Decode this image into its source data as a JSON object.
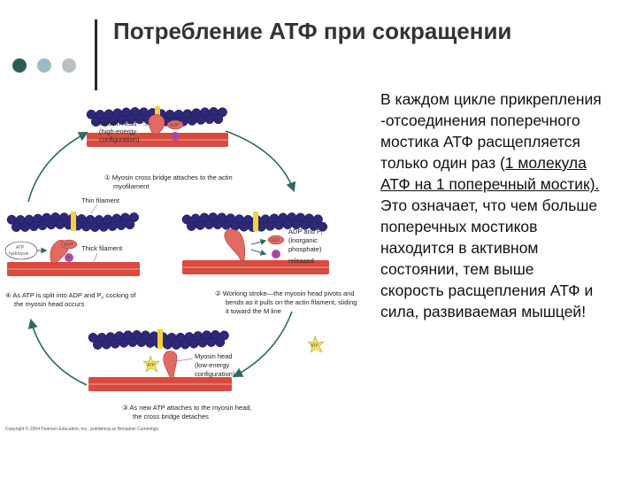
{
  "slide": {
    "title": "Потребление АТФ при сокращении",
    "body_lines": [
      "В каждом цикле прикрепления",
      "-отсоединения поперечного",
      "мостика АТФ расщепляется",
      "только один раз (1 молекула",
      "АТФ на 1 поперечный мостик).",
      "Это означает, что чем больше",
      "поперечных мостиков",
      "находится в активном",
      "состоянии, тем выше",
      "скорость расщепления АТФ и",
      "сила, развиваемая мышцей!"
    ],
    "dot_colors": [
      "#2f5a58",
      "#9dbbc4",
      "#b9bfc2"
    ]
  },
  "diagram": {
    "top": {
      "head_label_1": "Myosin head",
      "head_label_2": "(high-energy",
      "head_label_3": "configuration)",
      "adp": "ADP",
      "pi": "P",
      "step_1": "① Myosin cross bridge attaches to the actin",
      "step_2": "myofilament"
    },
    "left": {
      "thin_label": "Thin filament",
      "thick_label": "Thick filament",
      "atp_1": "ATP",
      "atp_2": "hydrolysis",
      "adp": "ADP",
      "pi": "P",
      "step_1": "④ As ATP is split into ADP and P",
      "step_1b": "i",
      "step_1c": ", cocking of",
      "step_2": "the myosin head occurs"
    },
    "right": {
      "adp_1": "ADP and P",
      "adp_1b": "i",
      "adp_2": "(inorganic",
      "adp_3": "phosphate)",
      "adp_4": "released",
      "adp": "ADP",
      "pi": "P",
      "step_1": "② Working stroke—the myosin head pivots and",
      "step_2": "bends as it pulls on the actin filament, sliding",
      "step_3": "it toward the M line"
    },
    "bottom": {
      "head_label_1": "Myosin head",
      "head_label_2": "(low-energy",
      "head_label_3": "configuration)",
      "atp": "ATP",
      "step_1": "③ As new ATP attaches to the myosin head,",
      "step_2": "the cross bridge detaches",
      "atp_star": "ATP"
    },
    "copyright": "Copyright © 2004 Pearson Education, Inc., publishing as Benjamin Cummings."
  },
  "colors": {
    "actin_bead": "#2e2878",
    "thick_filament": "#d94a3f",
    "myosin_head": "#e26a63",
    "atp_star": "#f4e45a",
    "arrow": "#2d6a62"
  }
}
